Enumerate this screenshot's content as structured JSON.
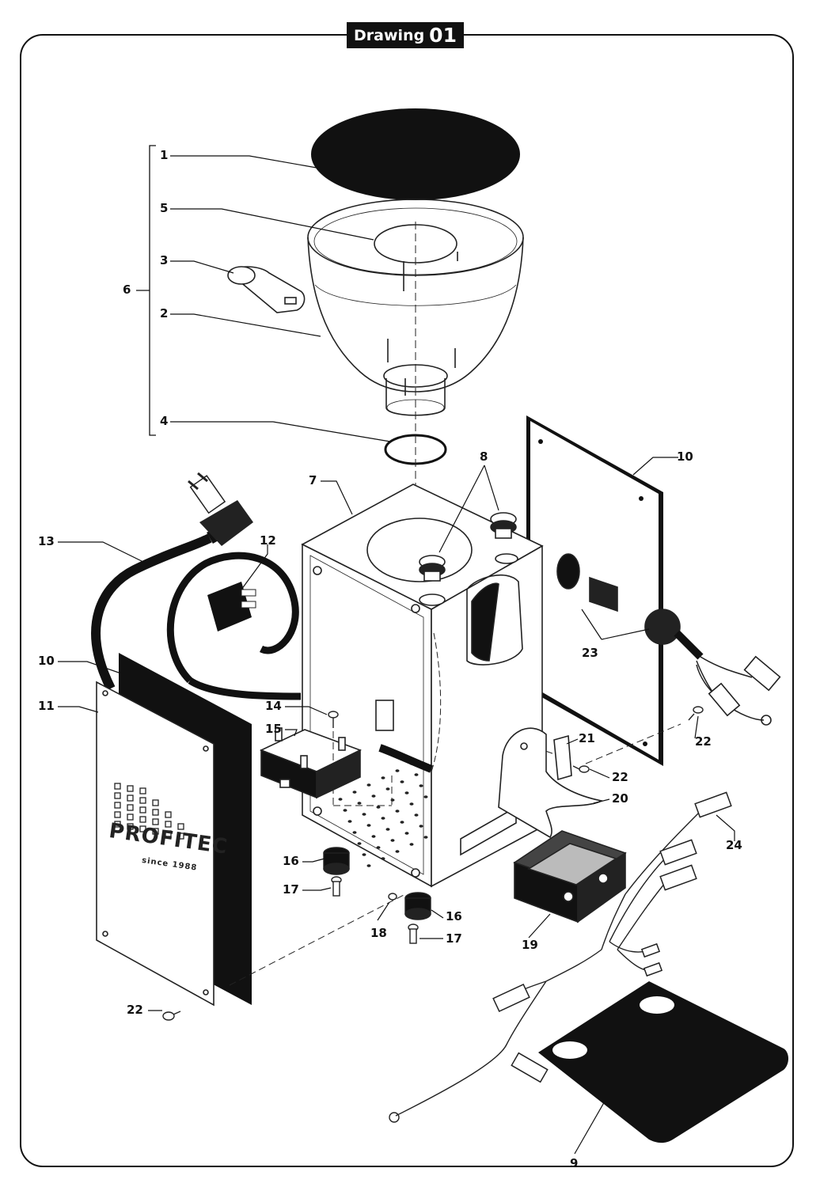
{
  "drawing": {
    "title_word": "Drawing",
    "title_number": "01"
  },
  "brand": {
    "name": "PROFITEC",
    "tagline": "since 1988"
  },
  "callouts": [
    "1",
    "5",
    "3",
    "6",
    "2",
    "4",
    "8",
    "10",
    "7",
    "13",
    "12",
    "10",
    "11",
    "23",
    "14",
    "15",
    "22",
    "21",
    "22",
    "20",
    "24",
    "16",
    "17",
    "18",
    "16",
    "17",
    "19",
    "22",
    "9"
  ]
}
